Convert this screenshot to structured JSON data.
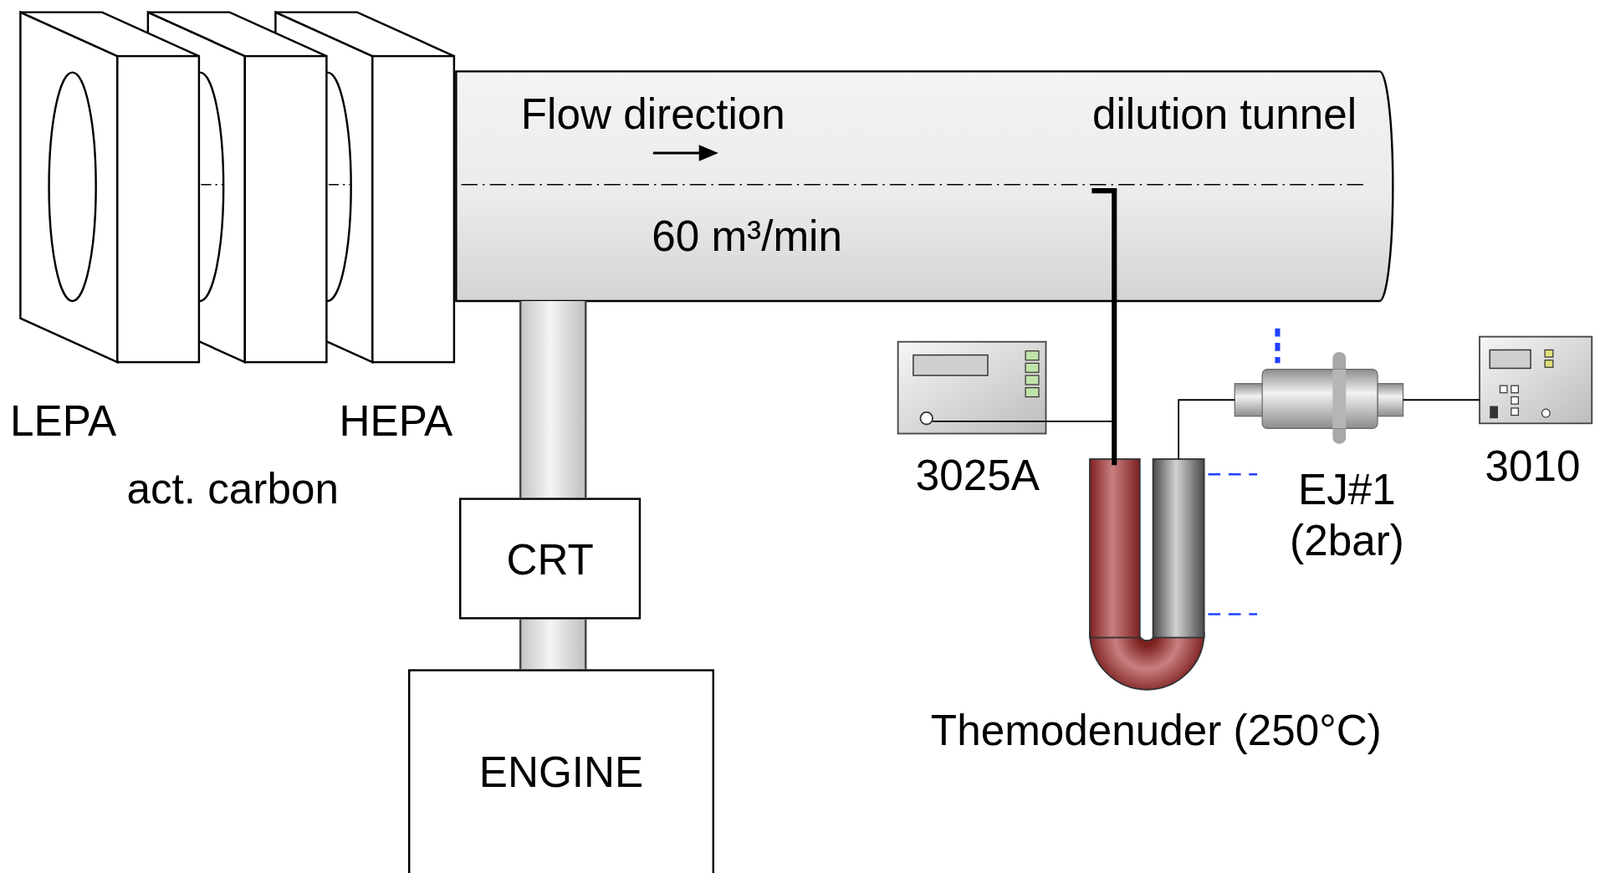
{
  "diagram": {
    "nodes": [
      {
        "text": [
          "LEPA"
        ]
      },
      {
        "text": [
          "act. carbon"
        ]
      },
      {
        "text": [
          "HEPA"
        ]
      },
      {
        "text": [
          "Flow direction",
          "dilution tunnel",
          "60 m³/min"
        ]
      },
      {
        "text": [
          "CRT"
        ]
      },
      {
        "text": [
          "ENGINE"
        ]
      },
      {
        "text": [
          "3025A"
        ]
      },
      {
        "text": [
          "Themodenuder (250°C)"
        ]
      },
      {
        "text": [
          "EJ#1 (2bar)"
        ]
      },
      {
        "text": [
          "3010"
        ]
      }
    ],
    "edges": [
      {
        "from": 5,
        "to": 4,
        "arrow": "none"
      },
      {
        "from": 4,
        "to": 3,
        "arrow": "none"
      },
      {
        "from": 3,
        "to": 7,
        "arrow": "none"
      },
      {
        "from": 6,
        "to": 7,
        "arrow": "none"
      },
      {
        "from": 7,
        "to": 8,
        "arrow": "none"
      },
      {
        "from": 8,
        "to": 9,
        "arrow": "none"
      }
    ]
  }
}
